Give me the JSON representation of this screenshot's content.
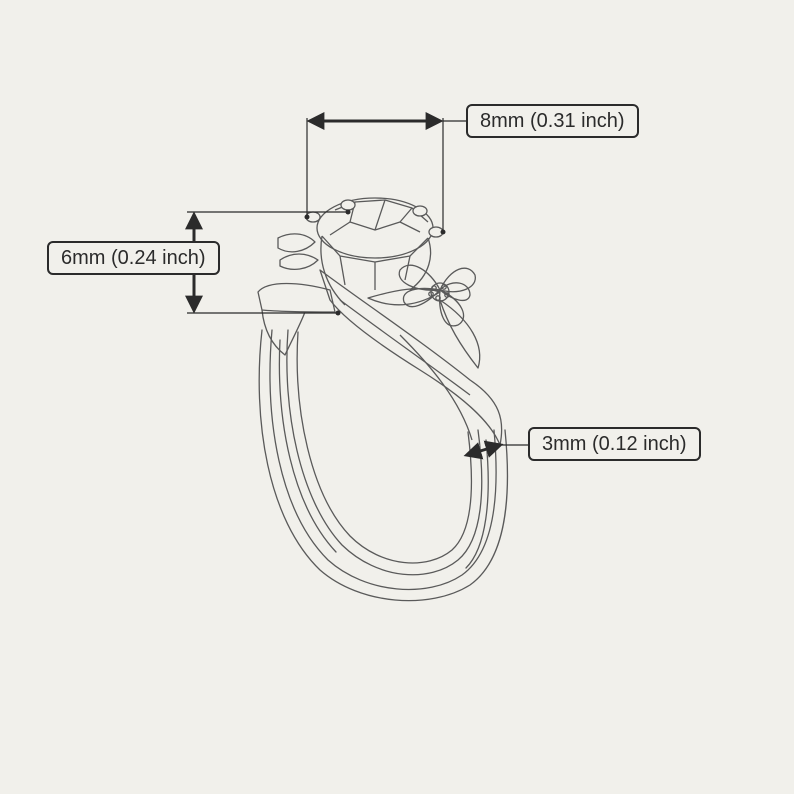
{
  "dimensions": {
    "width_label": "8mm (0.31 inch)",
    "height_label": "6mm (0.24 inch)",
    "band_label": "3mm (0.12 inch)"
  },
  "colors": {
    "background": "#f1f0eb",
    "line": "#2b2b2b",
    "sketch": "#5a5a5a"
  }
}
